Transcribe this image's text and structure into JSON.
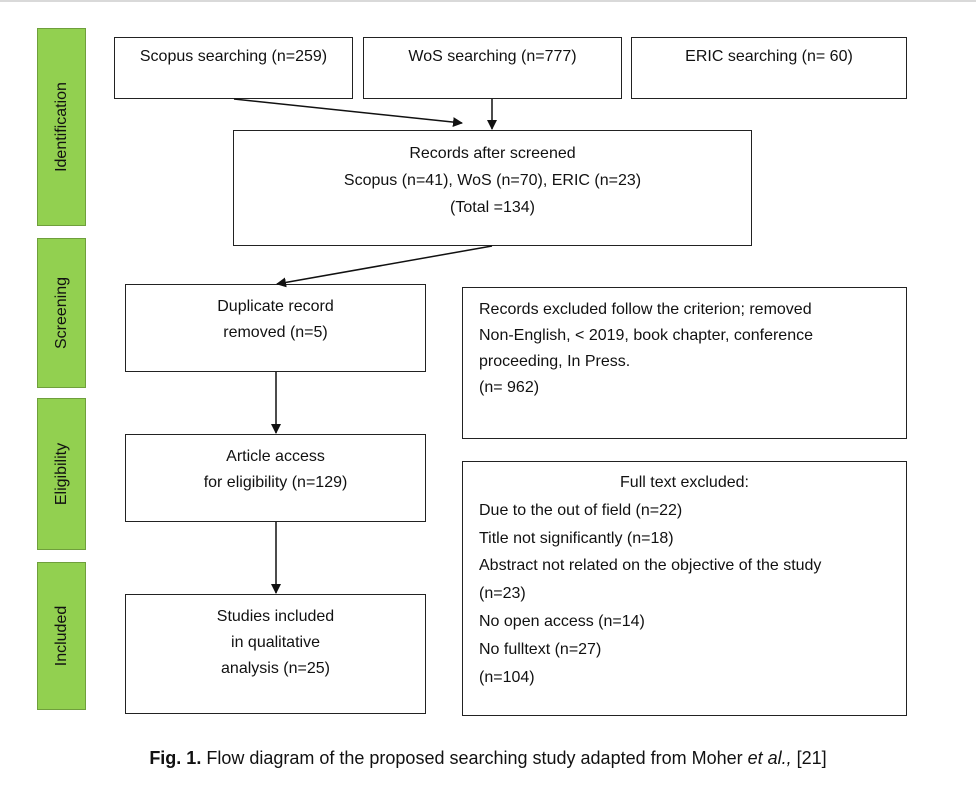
{
  "stages": [
    "Identification",
    "Screening",
    "Eligibility",
    "Included"
  ],
  "sources": {
    "scopus": "Scopus searching (n=259)",
    "wos": "WoS searching (n=777)",
    "eric": "ERIC searching (n= 60)"
  },
  "screened": {
    "line1": "Records after screened",
    "line2": "Scopus (n=41), WoS (n=70), ERIC (n=23)",
    "line3": "(Total =134)"
  },
  "duplicate": {
    "line1": "Duplicate record",
    "line2": "removed (n=5)"
  },
  "excluded": {
    "line1": "Records excluded follow the criterion; removed",
    "line2": "Non-English, < 2019, book chapter, conference",
    "line3": "proceeding, In Press.",
    "line4": "(n= 962)"
  },
  "eligibility": {
    "line1": "Article access",
    "line2": "for eligibility (n=129)"
  },
  "fulltext": {
    "title": "Full text excluded:",
    "items": [
      "Due to the out of field (n=22)",
      "Title not significantly (n=18)",
      "Abstract not related on the objective of the study",
      "(n=23)",
      "No open access (n=14)",
      "No fulltext (n=27)",
      "(n=104)"
    ]
  },
  "included": {
    "line1": "Studies included",
    "line2": "in qualitative",
    "line3": "analysis (n=25)"
  },
  "caption": {
    "label": "Fig. 1.",
    "text": " Flow diagram of the proposed searching study adapted from Moher ",
    "etal": "et al.,",
    "ref": " [21]"
  }
}
